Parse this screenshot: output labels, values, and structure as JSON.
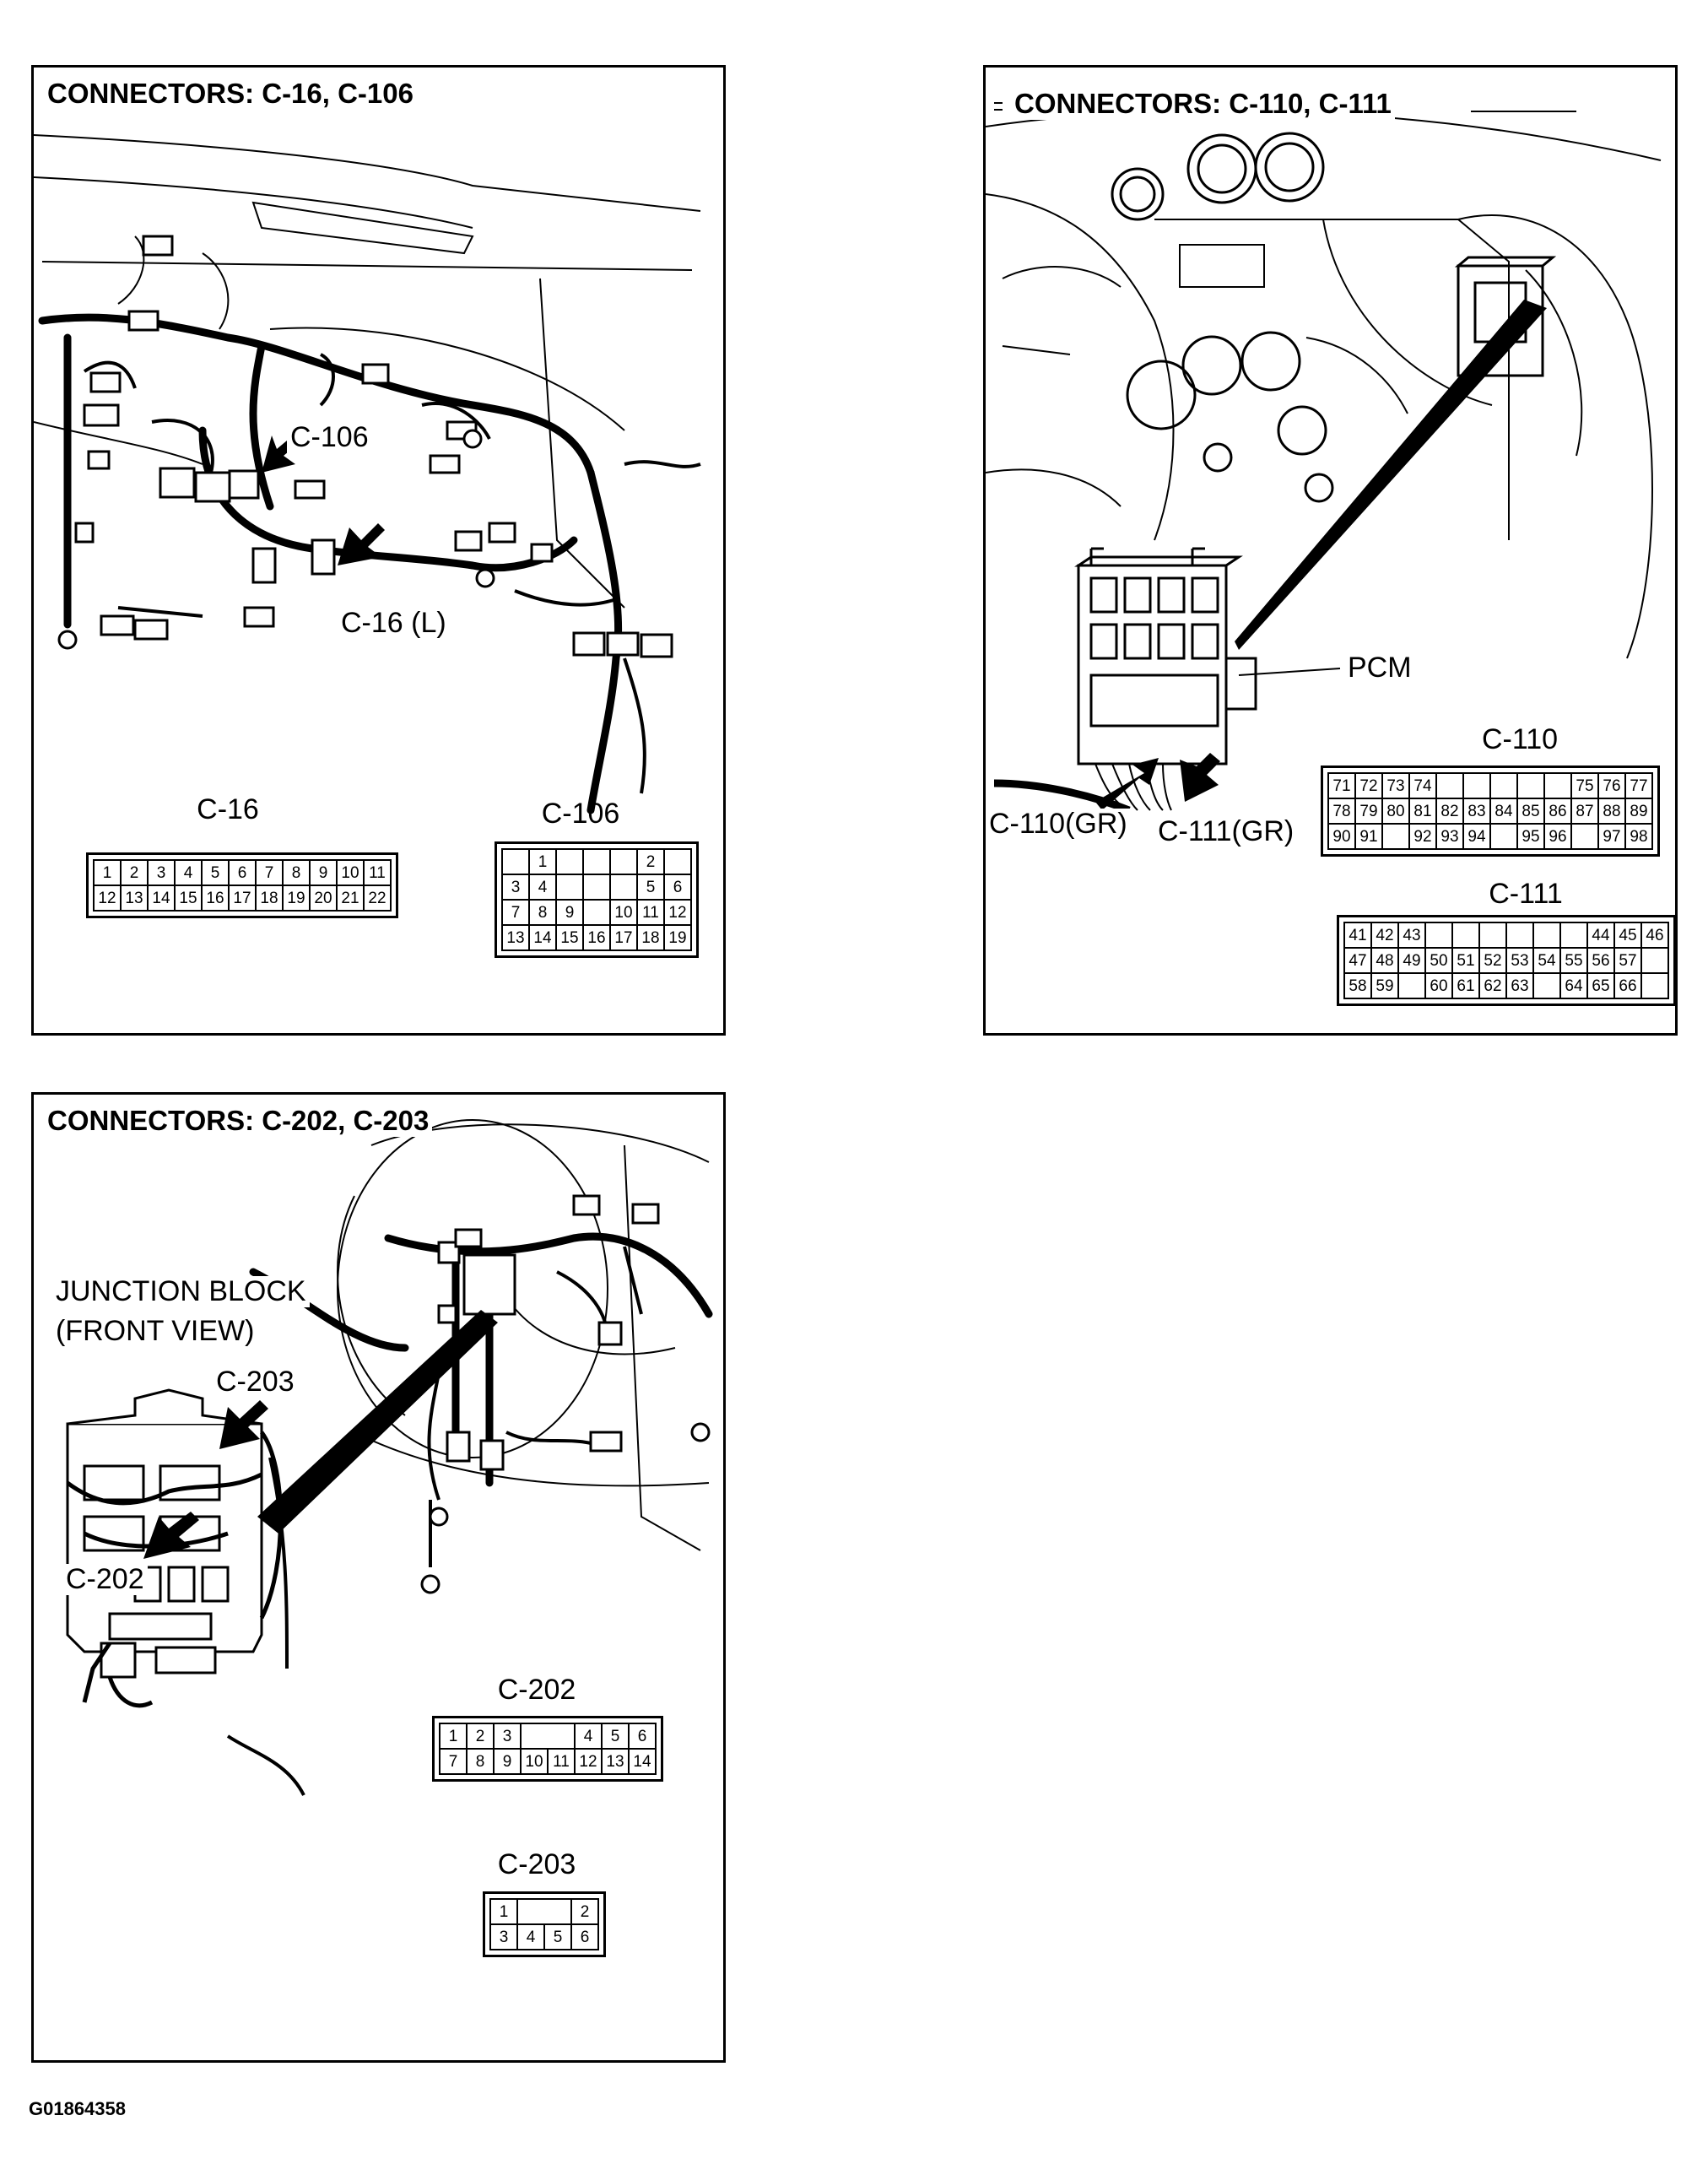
{
  "panels": {
    "p1": {
      "title": "CONNECTORS: C-16, C-106",
      "callouts": {
        "c106": "C-106",
        "c16": "C-16 (L)"
      },
      "connectors": [
        {
          "name": "C-16",
          "rows": [
            [
              "1",
              "2",
              "3",
              "4",
              "5",
              "6",
              "7",
              "8",
              "9",
              "10",
              "11"
            ],
            [
              "12",
              "13",
              "14",
              "15",
              "16",
              "17",
              "18",
              "19",
              "20",
              "21",
              "22"
            ]
          ]
        },
        {
          "name": "C-106",
          "rows": [
            [
              "",
              "1",
              "",
              "",
              "",
              "2",
              ""
            ],
            [
              "3",
              "4",
              "",
              "",
              "",
              "5",
              "6"
            ],
            [
              "7",
              "8",
              "9",
              "",
              "10",
              "11",
              "12"
            ],
            [
              "13",
              "14",
              "15",
              "16",
              "17",
              "18",
              "19"
            ]
          ]
        }
      ]
    },
    "p2": {
      "title": "CONNECTORS: C-110, C-111",
      "callouts": {
        "pcm": "PCM",
        "c110gr": "C-110(GR)",
        "c111gr": "C-111(GR)"
      },
      "connectors": [
        {
          "name": "C-110",
          "rows": [
            [
              "71",
              "72",
              "73",
              "74",
              "",
              "",
              "",
              "",
              "",
              "75",
              "76",
              "77"
            ],
            [
              "78",
              "79",
              "80",
              "81",
              "82",
              "83",
              "84",
              "85",
              "86",
              "87",
              "88",
              "89"
            ],
            [
              "90",
              "91",
              "",
              "92",
              "93",
              "94",
              "",
              "95",
              "96",
              "",
              "97",
              "98"
            ]
          ]
        },
        {
          "name": "C-111",
          "rows": [
            [
              "41",
              "42",
              "43",
              "",
              "",
              "",
              "",
              "",
              "",
              "44",
              "45",
              "46"
            ],
            [
              "47",
              "48",
              "49",
              "50",
              "51",
              "52",
              "53",
              "54",
              "55",
              "56",
              "57",
              ""
            ],
            [
              "58",
              "59",
              "",
              "60",
              "61",
              "62",
              "63",
              "",
              "64",
              "65",
              "66",
              ""
            ]
          ]
        }
      ]
    },
    "p3": {
      "title": "CONNECTORS: C-202, C-203",
      "callouts": {
        "jb1": "JUNCTION BLOCK",
        "jb2": "(FRONT VIEW)",
        "c203": "C-203",
        "c202": "C-202"
      },
      "connectors": [
        {
          "name": "C-202",
          "rows": [
            [
              "1",
              "2",
              "3",
              "",
              "4",
              "5",
              "6"
            ],
            [
              "7",
              "8",
              "9",
              "10",
              "11",
              "12",
              "13",
              "14"
            ]
          ]
        },
        {
          "name": "C-203",
          "rows": [
            [
              "1",
              "",
              "2",
              ""
            ],
            [
              "3",
              "4",
              "5",
              "6"
            ]
          ]
        }
      ]
    }
  },
  "figure_code": "G01864358"
}
